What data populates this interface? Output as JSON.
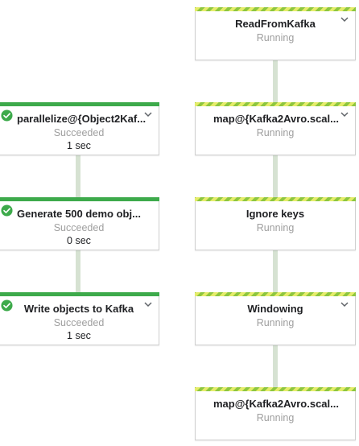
{
  "colors": {
    "succeeded_bar": "#3daa4b",
    "running_stripe_a": "#8dc63f",
    "running_stripe_b": "#e5ec6a",
    "connector": "#d6e2d2",
    "status_text": "#9e9e9e"
  },
  "left_pipeline": [
    {
      "title": "parallelize@{Object2Kaf...",
      "status": "Succeeded",
      "duration": "1 sec",
      "icon": "check-circle-icon"
    },
    {
      "title": "Generate 500 demo obj...",
      "status": "Succeeded",
      "duration": "0 sec",
      "icon": "check-circle-icon"
    },
    {
      "title": "Write objects to Kafka",
      "status": "Succeeded",
      "duration": "1 sec",
      "icon": "check-circle-icon"
    }
  ],
  "right_pipeline": [
    {
      "title": "ReadFromKafka",
      "status": "Running"
    },
    {
      "title": "map@{Kafka2Avro.scal...",
      "status": "Running"
    },
    {
      "title": "Ignore keys",
      "status": "Running"
    },
    {
      "title": "Windowing",
      "status": "Running"
    },
    {
      "title": "map@{Kafka2Avro.scal...",
      "status": "Running"
    }
  ]
}
